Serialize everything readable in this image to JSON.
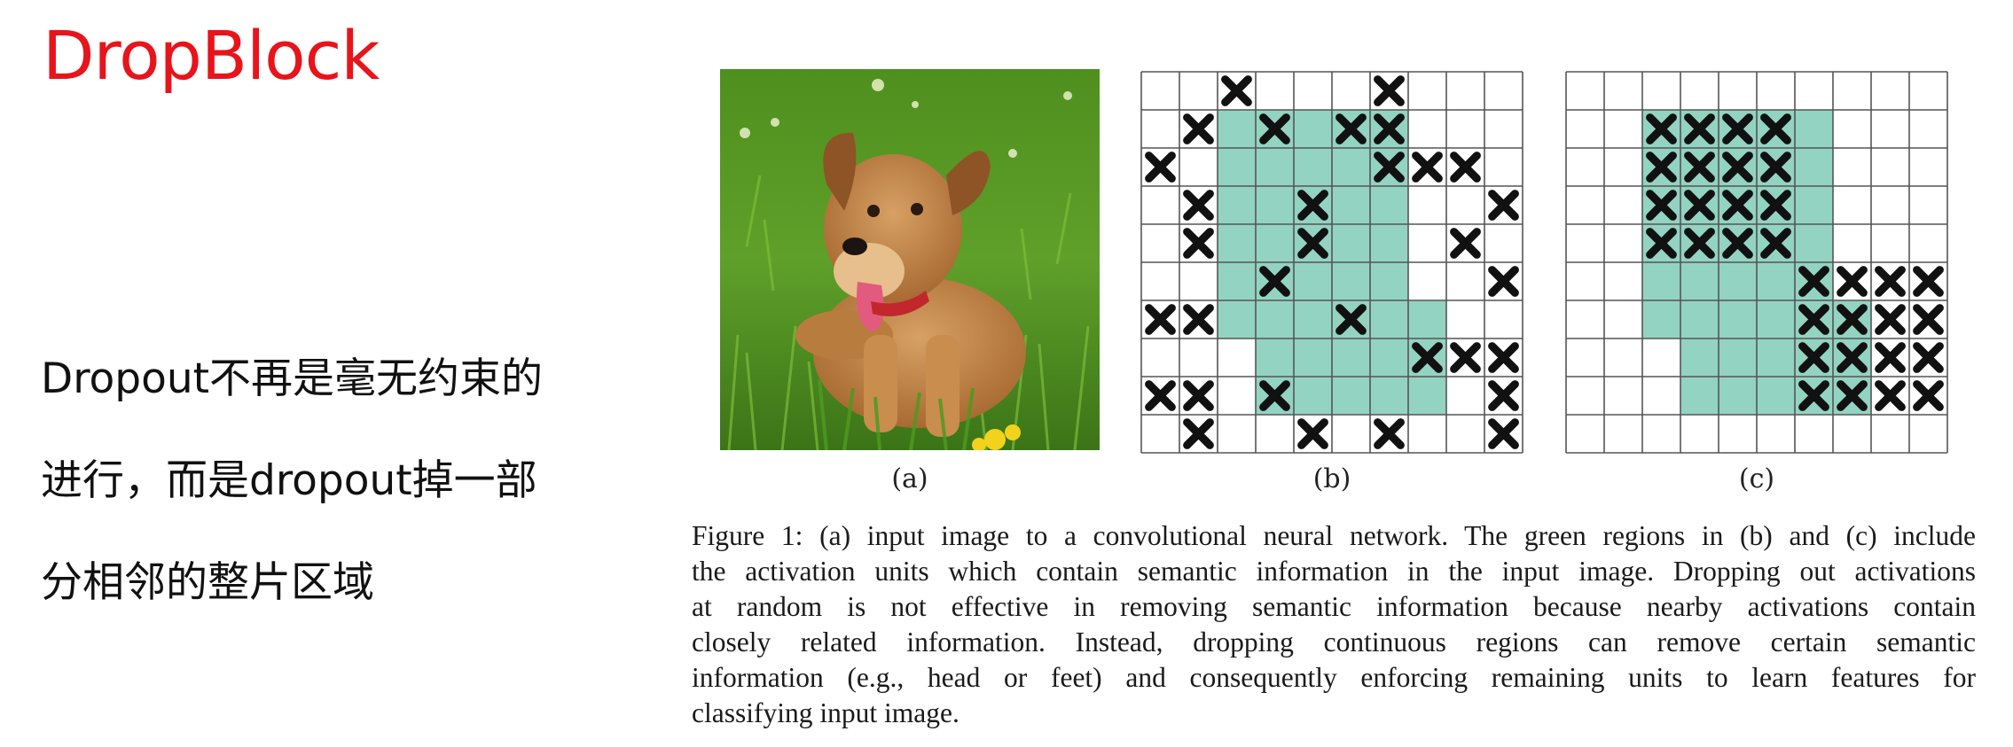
{
  "slide": {
    "title": "DropBlock",
    "bullets": [
      "Dropout不再是毫无约束的",
      "进行，而是dropout掉一部",
      "分相邻的整片区域"
    ]
  },
  "figure": {
    "photo_alt": "dog in grass",
    "labels": [
      "(a)",
      "(b)",
      "(c)"
    ],
    "grid_size": 10,
    "colors": {
      "semantic_region": "#93d3c2",
      "grid_line": "#555555",
      "dropped_mark": "#111111"
    },
    "panel_b": {
      "green_cells": [
        [
          1,
          2
        ],
        [
          1,
          3
        ],
        [
          1,
          4
        ],
        [
          1,
          5
        ],
        [
          1,
          6
        ],
        [
          2,
          2
        ],
        [
          2,
          3
        ],
        [
          2,
          4
        ],
        [
          2,
          5
        ],
        [
          2,
          6
        ],
        [
          3,
          2
        ],
        [
          3,
          3
        ],
        [
          3,
          4
        ],
        [
          3,
          5
        ],
        [
          3,
          6
        ],
        [
          4,
          2
        ],
        [
          4,
          3
        ],
        [
          4,
          4
        ],
        [
          4,
          5
        ],
        [
          4,
          6
        ],
        [
          5,
          2
        ],
        [
          5,
          3
        ],
        [
          5,
          4
        ],
        [
          5,
          5
        ],
        [
          5,
          6
        ],
        [
          6,
          2
        ],
        [
          6,
          3
        ],
        [
          6,
          4
        ],
        [
          6,
          5
        ],
        [
          6,
          6
        ],
        [
          6,
          7
        ],
        [
          7,
          3
        ],
        [
          7,
          4
        ],
        [
          7,
          5
        ],
        [
          7,
          6
        ],
        [
          7,
          7
        ],
        [
          8,
          3
        ],
        [
          8,
          4
        ],
        [
          8,
          5
        ],
        [
          8,
          6
        ],
        [
          8,
          7
        ]
      ],
      "dropped_cells": [
        [
          0,
          2
        ],
        [
          0,
          6
        ],
        [
          1,
          1
        ],
        [
          1,
          3
        ],
        [
          1,
          5
        ],
        [
          1,
          6
        ],
        [
          2,
          0
        ],
        [
          2,
          6
        ],
        [
          2,
          7
        ],
        [
          2,
          8
        ],
        [
          3,
          1
        ],
        [
          3,
          4
        ],
        [
          3,
          9
        ],
        [
          4,
          1
        ],
        [
          4,
          4
        ],
        [
          4,
          8
        ],
        [
          5,
          3
        ],
        [
          5,
          9
        ],
        [
          6,
          0
        ],
        [
          6,
          1
        ],
        [
          6,
          5
        ],
        [
          7,
          7
        ],
        [
          7,
          8
        ],
        [
          7,
          9
        ],
        [
          8,
          0
        ],
        [
          8,
          1
        ],
        [
          8,
          3
        ],
        [
          8,
          9
        ],
        [
          9,
          1
        ],
        [
          9,
          4
        ],
        [
          9,
          6
        ],
        [
          9,
          9
        ]
      ]
    },
    "panel_c": {
      "green_cells": [
        [
          1,
          2
        ],
        [
          1,
          3
        ],
        [
          1,
          4
        ],
        [
          1,
          5
        ],
        [
          1,
          6
        ],
        [
          2,
          2
        ],
        [
          2,
          3
        ],
        [
          2,
          4
        ],
        [
          2,
          5
        ],
        [
          2,
          6
        ],
        [
          3,
          2
        ],
        [
          3,
          3
        ],
        [
          3,
          4
        ],
        [
          3,
          5
        ],
        [
          3,
          6
        ],
        [
          4,
          2
        ],
        [
          4,
          3
        ],
        [
          4,
          4
        ],
        [
          4,
          5
        ],
        [
          4,
          6
        ],
        [
          5,
          2
        ],
        [
          5,
          3
        ],
        [
          5,
          4
        ],
        [
          5,
          5
        ],
        [
          5,
          6
        ],
        [
          6,
          2
        ],
        [
          6,
          3
        ],
        [
          6,
          4
        ],
        [
          6,
          5
        ],
        [
          6,
          6
        ],
        [
          6,
          7
        ],
        [
          7,
          3
        ],
        [
          7,
          4
        ],
        [
          7,
          5
        ],
        [
          7,
          6
        ],
        [
          7,
          7
        ],
        [
          8,
          3
        ],
        [
          8,
          4
        ],
        [
          8,
          5
        ],
        [
          8,
          6
        ],
        [
          8,
          7
        ]
      ],
      "dropped_cells": [
        [
          1,
          2
        ],
        [
          1,
          3
        ],
        [
          1,
          4
        ],
        [
          1,
          5
        ],
        [
          2,
          2
        ],
        [
          2,
          3
        ],
        [
          2,
          4
        ],
        [
          2,
          5
        ],
        [
          3,
          2
        ],
        [
          3,
          3
        ],
        [
          3,
          4
        ],
        [
          3,
          5
        ],
        [
          4,
          2
        ],
        [
          4,
          3
        ],
        [
          4,
          4
        ],
        [
          4,
          5
        ],
        [
          5,
          6
        ],
        [
          5,
          7
        ],
        [
          5,
          8
        ],
        [
          5,
          9
        ],
        [
          6,
          6
        ],
        [
          6,
          7
        ],
        [
          6,
          8
        ],
        [
          6,
          9
        ],
        [
          7,
          6
        ],
        [
          7,
          7
        ],
        [
          7,
          8
        ],
        [
          7,
          9
        ],
        [
          8,
          6
        ],
        [
          8,
          7
        ],
        [
          8,
          8
        ],
        [
          8,
          9
        ]
      ]
    },
    "caption_lines": [
      "Figure 1: (a) input image to a convolutional neural network. The green regions in (b) and (c) include",
      "the activation units which contain semantic information in the input image. Dropping out activations",
      "at random is not effective in removing semantic information because nearby activations contain",
      "closely related information.  Instead, dropping continuous regions can remove certain semantic",
      "information (e.g., head or feet) and consequently enforcing remaining units to learn features for",
      "classifying input image."
    ]
  }
}
